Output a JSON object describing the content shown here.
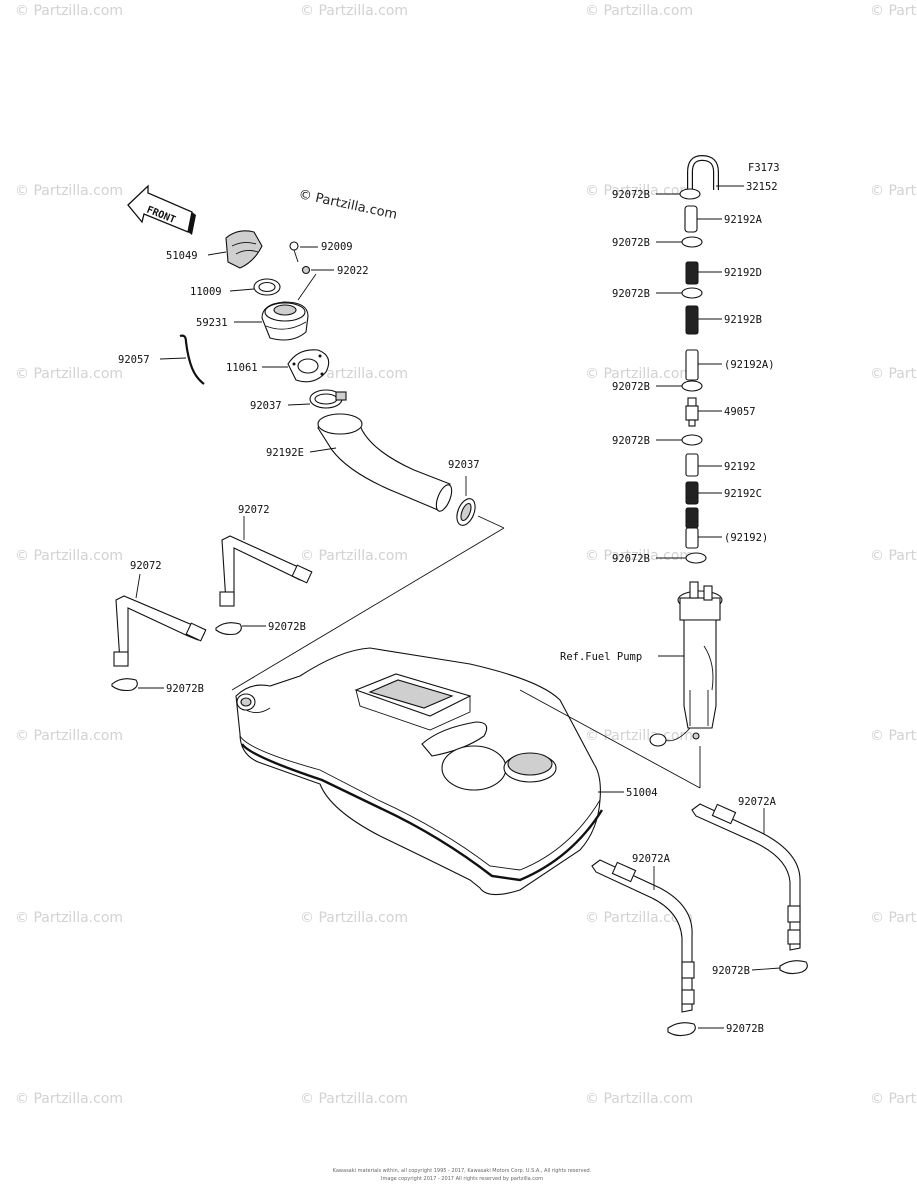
{
  "diagram": {
    "code": "F3173",
    "copyright": "© Partzilla.com",
    "watermark": "© Partzilla.com",
    "front_label": "FRONT",
    "footer_line1": "Kawasaki materials within, all copyright 1995 - 2017, Kawasaki Motors Corp. U.S.A., All rights reserved.",
    "footer_line2": "Image copyright 2017 - 2017 All rights reserved by partzilla.com"
  },
  "labels": {
    "p51049": "51049",
    "p92009": "92009",
    "p92022": "92022",
    "p11009": "11009",
    "p59231": "59231",
    "p92057": "92057",
    "p11061": "11061",
    "p92037a": "92037",
    "p92192e": "92192E",
    "p92037b": "92037",
    "p92072a": "92072",
    "p92072b": "92072",
    "p92072b_1": "92072B",
    "p92072b_2": "92072B",
    "p51004": "51004",
    "p32152": "32152",
    "p92072b_r1": "92072B",
    "p92192a": "92192A",
    "p92072b_r2": "92072B",
    "p92192d": "92192D",
    "p92072b_r3": "92072B",
    "p92192b": "92192B",
    "p92192a_p": "(92192A)",
    "p92072b_r4": "92072B",
    "p49057": "49057",
    "p92072b_r5": "92072B",
    "p92192": "92192",
    "p92192c": "92192C",
    "p92192_p": "(92192)",
    "p92072b_r6": "92072B",
    "ref_pump": "Ref.Fuel Pump",
    "p92072a_1": "92072A",
    "p92072a_2": "92072A",
    "p92072b_3": "92072B",
    "p92072b_4": "92072B"
  }
}
